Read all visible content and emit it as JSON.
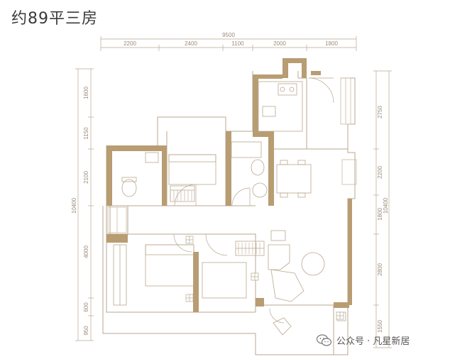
{
  "title": "约89平三房",
  "overall_width": "9500",
  "top_dims": [
    "2200",
    "2400",
    "1100",
    "2000",
    "1800"
  ],
  "left_dims": [
    "1600",
    "1150",
    "2100",
    "10400",
    "4000",
    "600",
    "950"
  ],
  "right_dims": [
    "2750",
    "2200",
    "1800",
    "10400",
    "2800",
    "1550"
  ],
  "watermark": "公众号 · 凡星新居",
  "colors": {
    "wall": "#b89c72",
    "line": "#b9a78f",
    "text": "#9a8a7a"
  }
}
